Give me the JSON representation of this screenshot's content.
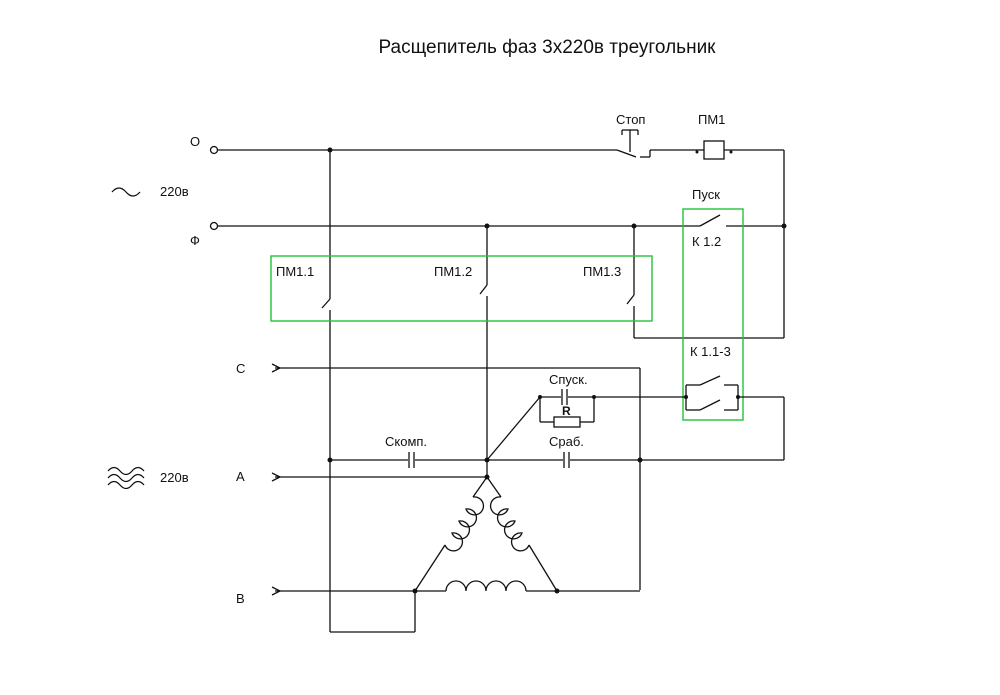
{
  "title": "Расщепитель фаз 3х220в треугольник",
  "single_phase": {
    "neutral_label": "О",
    "phase_label": "Ф",
    "voltage_label": "220в",
    "ac_symbol": "~"
  },
  "three_phase": {
    "label_c": "С",
    "label_a": "А",
    "label_b": "В",
    "voltage_label": "220в",
    "ac_symbol": "≈"
  },
  "control": {
    "stop_label": "Стоп",
    "coil_label": "ПМ1",
    "start_label": "Пуск",
    "aux_contact_label": "К 1.2",
    "aux_contact2_label": "К 1.1-3"
  },
  "contacts": {
    "pm11_label": "ПМ1.1",
    "pm12_label": "ПМ1.2",
    "pm13_label": "ПМ1.3"
  },
  "capacitors": {
    "start_label": "Спуск.",
    "resistor_label": "R",
    "run_label": "Сраб.",
    "comp_label": "Скомп."
  },
  "colors": {
    "wire": "#111111",
    "group_box": "#22c33a"
  }
}
